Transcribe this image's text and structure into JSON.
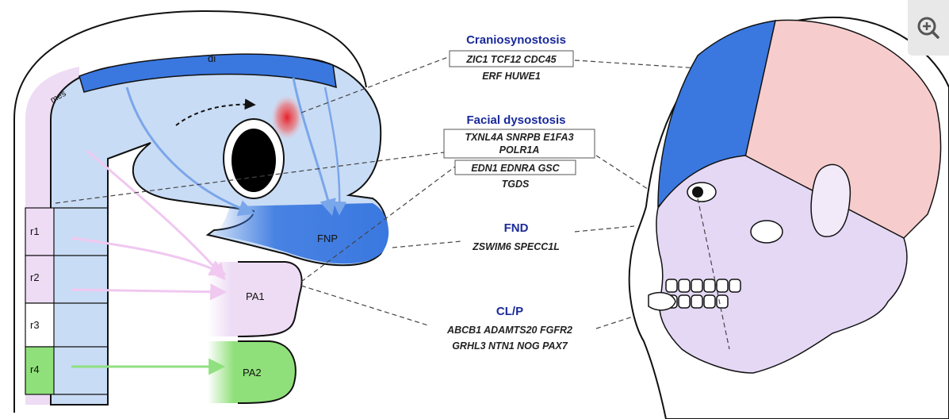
{
  "embryo": {
    "regions": {
      "di": "di",
      "mes": "mes",
      "fnp": "FNP",
      "pa1": "PA1",
      "pa2": "PA2",
      "r1": "r1",
      "r2": "r2",
      "r3": "r3",
      "r4": "r4"
    }
  },
  "conditions": [
    {
      "title": "Craniosynostosis",
      "boxed_genes": [
        "ZIC1  TCF12 CDC45"
      ],
      "genes": [
        "ERF  HUWE1"
      ]
    },
    {
      "title": "Facial dysostosis",
      "boxed_genes_top": [
        "TXNL4A  SNRPB  E1FA3",
        "POLR1A"
      ],
      "boxed_genes_bottom": [
        "EDN1  EDNRA GSC"
      ],
      "genes": [
        "TGDS"
      ]
    },
    {
      "title": "FND",
      "genes": [
        "ZSWIM6  SPECC1L"
      ]
    },
    {
      "title": "CL/P",
      "genes": [
        "ABCB1  ADAMTS20  FGFR2",
        "GRHL3  NTN1  NOG  PAX7"
      ]
    }
  ],
  "colors": {
    "neural_blue": "#c9dcf5",
    "dark_blue": "#3a78e0",
    "pink_crest": "#eedcf5",
    "green_pa2": "#8fe07a",
    "red_spot": "#e8202a",
    "skull_pink": "#f7cccc",
    "face_lilac": "#e4d8f5",
    "title_blue": "#1a2a9a"
  },
  "icons": {
    "zoom": "zoom-in-icon"
  }
}
